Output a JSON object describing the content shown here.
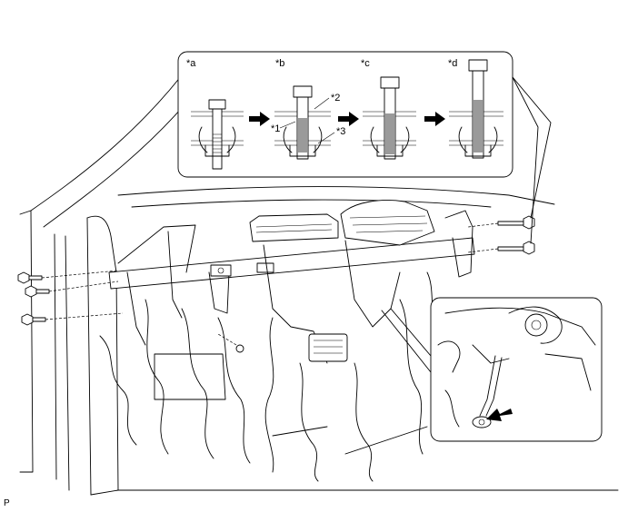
{
  "figure": {
    "inset_steps": [
      {
        "label": "*a"
      },
      {
        "label": "*b"
      },
      {
        "label": "*c"
      },
      {
        "label": "*d"
      }
    ],
    "callouts": [
      "*1",
      "*2",
      "*3"
    ],
    "figure_code": "P"
  },
  "colors": {
    "line": "#000000",
    "background": "#ffffff",
    "thread_fill": "#9a9a9a"
  }
}
